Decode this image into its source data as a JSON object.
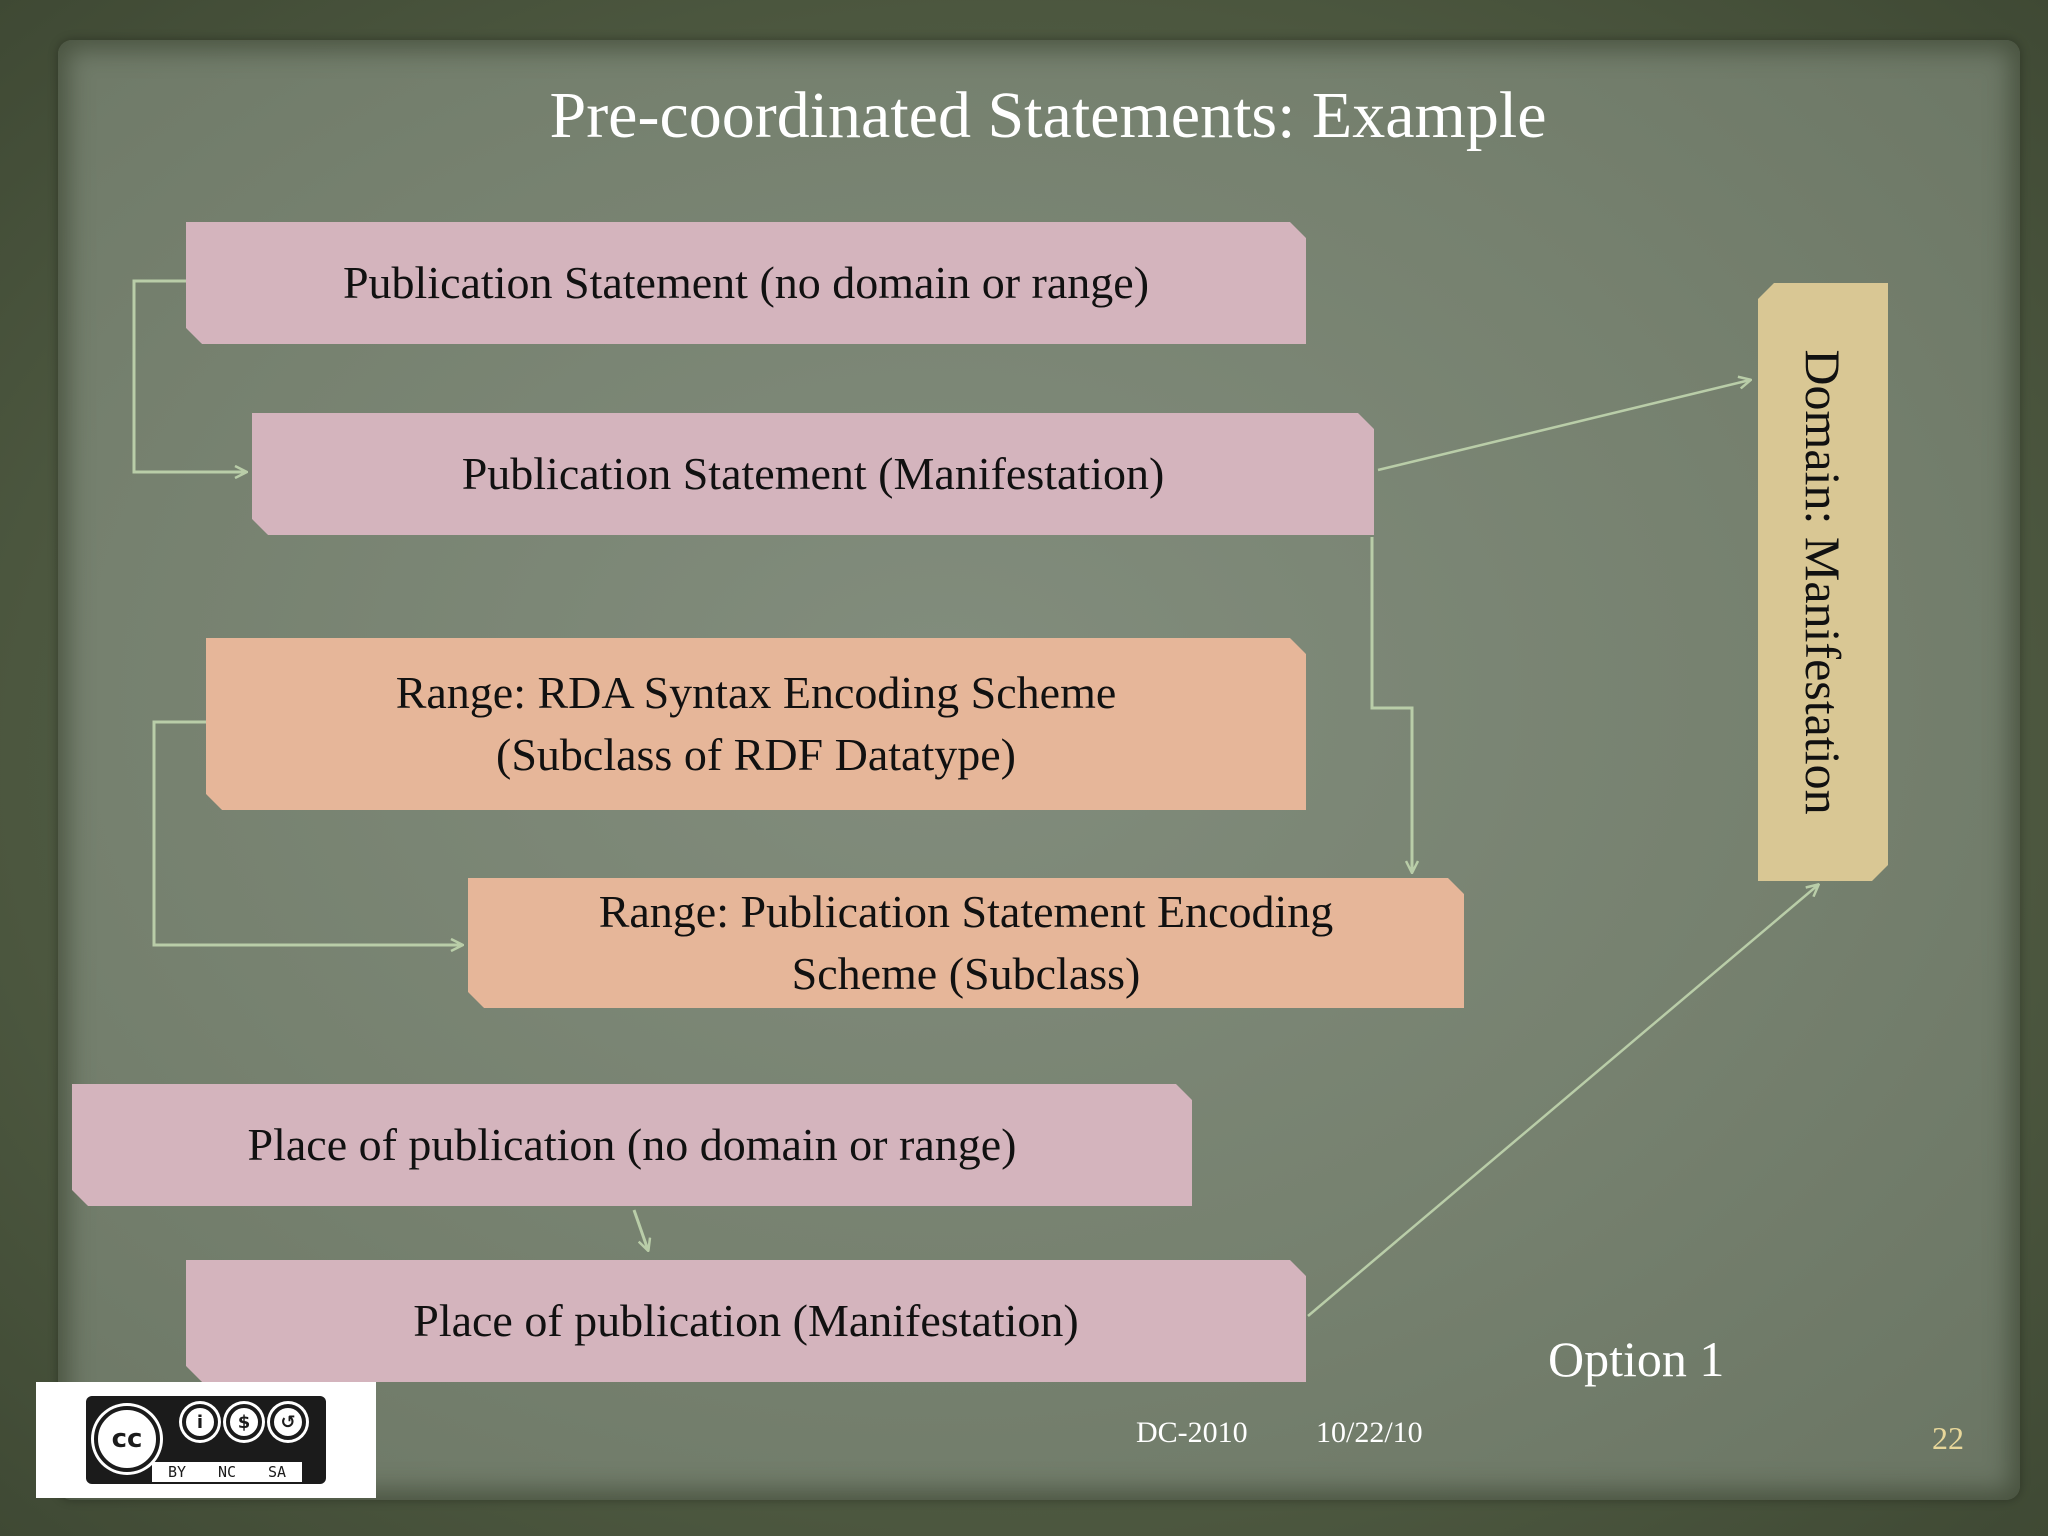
{
  "slide": {
    "title": "Pre-coordinated Statements: Example",
    "option_label": "Option 1",
    "footer_event": "DC-2010",
    "footer_date": "10/22/10",
    "page_number": "22"
  },
  "boxes": {
    "pub_statement_plain": "Publication Statement (no domain or range)",
    "pub_statement_manifestation": "Publication Statement (Manifestation)",
    "range_rda": "Range: RDA Syntax Encoding Scheme\n(Subclass of RDF Datatype)",
    "range_pub_statement": "Range: Publication Statement Encoding\nScheme (Subclass)",
    "place_plain": "Place of publication (no domain or range)",
    "place_manifestation": "Place of publication (Manifestation)",
    "domain": "Domain: Manifestation"
  },
  "license": {
    "cc": "cc",
    "terms": [
      "BY",
      "NC",
      "SA"
    ]
  },
  "colors": {
    "pink": "#d4b4bd",
    "salmon": "#e6b699",
    "tan": "#d9c794",
    "arrow": "#b9cda8",
    "text_white": "#ffffff",
    "page_number": "#e8d79a"
  }
}
